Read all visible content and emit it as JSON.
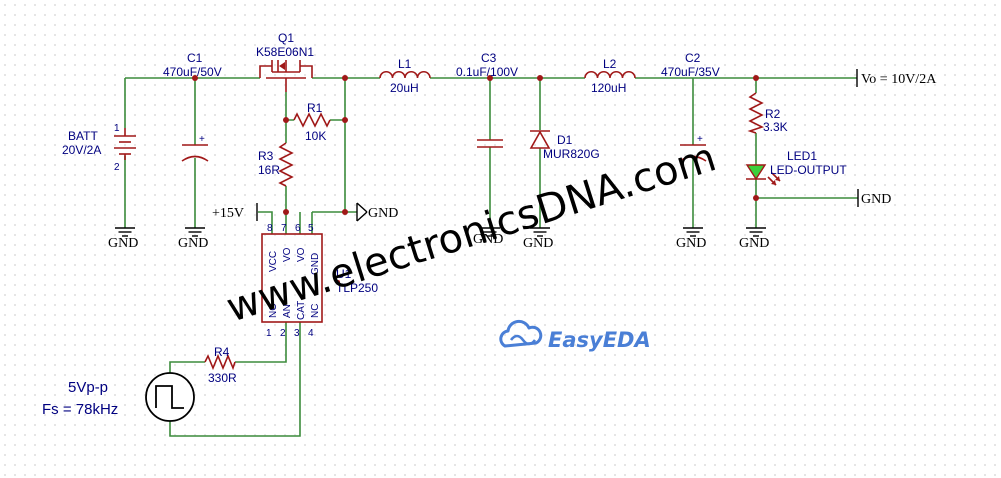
{
  "components": {
    "batt": {
      "ref": "BATT",
      "value": "20V/2A"
    },
    "c1": {
      "ref": "C1",
      "value": "470uF/50V"
    },
    "q1": {
      "ref": "Q1",
      "value": "K58E06N1"
    },
    "r1": {
      "ref": "R1",
      "value": "10K"
    },
    "r3": {
      "ref": "R3",
      "value": "16R"
    },
    "l1": {
      "ref": "L1",
      "value": "20uH"
    },
    "c3": {
      "ref": "C3",
      "value": "0.1uF/100V"
    },
    "d1": {
      "ref": "D1",
      "value": "MUR820G"
    },
    "l2": {
      "ref": "L2",
      "value": "120uH"
    },
    "c2": {
      "ref": "C2",
      "value": "470uF/35V"
    },
    "r2": {
      "ref": "R2",
      "value": "3.3K"
    },
    "led1": {
      "ref": "LED1",
      "value": "LED-OUTPUT"
    },
    "u1": {
      "ref": "U1",
      "value": "TLP250",
      "top_pins": [
        {
          "num": "8",
          "name": "VCC"
        },
        {
          "num": "7",
          "name": "VO"
        },
        {
          "num": "6",
          "name": "VO"
        },
        {
          "num": "5",
          "name": "GND"
        }
      ],
      "bottom_pins": [
        {
          "num": "1",
          "name": "NC"
        },
        {
          "num": "2",
          "name": "AN"
        },
        {
          "num": "3",
          "name": "CAT"
        },
        {
          "num": "4",
          "name": "NC"
        }
      ]
    },
    "r4": {
      "ref": "R4",
      "value": "330R"
    },
    "source": {
      "line1": "5Vp-p",
      "line2": "Fs = 78kHz"
    }
  },
  "nets": {
    "gnd": "GND",
    "vcc": "+15V",
    "vout": "Vo = 10V/2A",
    "batt_pin_pos": "1",
    "batt_pin_neg": "2",
    "cap_polarity": "+"
  },
  "watermark": "www.electronicsDNA.com",
  "logo": "EasyEDA",
  "colors": {
    "wire": "#3c8c3c",
    "component": "#a01818",
    "text": "#000080",
    "logo": "#4a7fd6",
    "led": "#3ccf3c"
  }
}
